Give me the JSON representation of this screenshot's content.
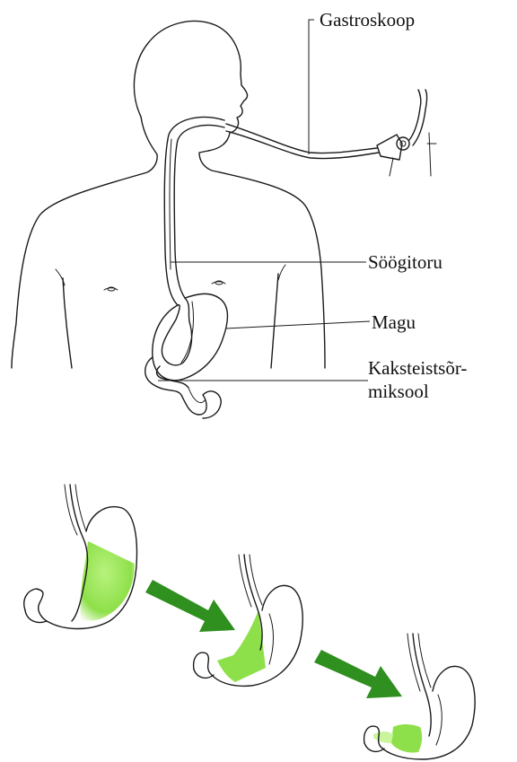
{
  "labels": {
    "gastroscope": "Gastroskoop",
    "esophagus": "Söögitoru",
    "stomach": "Magu",
    "duodenum_line1": "Kaksteistsõr-",
    "duodenum_line2": "miksool"
  },
  "colors": {
    "stomach_content": "#8ee04a",
    "stomach_content_light": "#c9f59c",
    "arrow": "#2f8f1f",
    "line": "#1a1a1a"
  },
  "icons": [
    "arrow-right-down-icon",
    "arrow-right-down-icon"
  ]
}
